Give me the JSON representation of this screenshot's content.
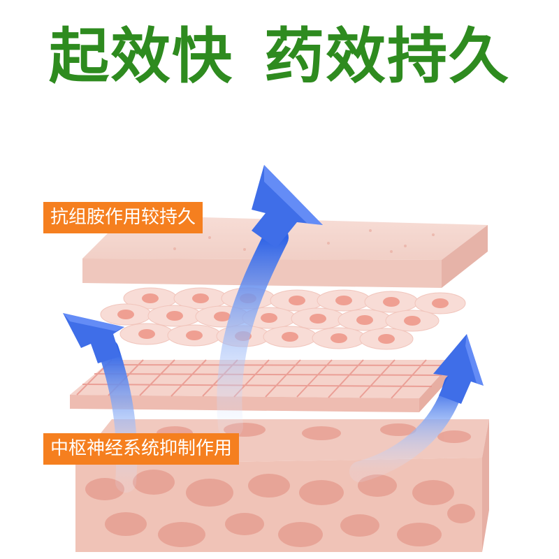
{
  "headline": {
    "part1": "起效快",
    "part2": "药效持久",
    "color": "#2e8b1f"
  },
  "labels": {
    "top": "抗组胺作用较持久",
    "bottom": "中枢神经系统抑制作用",
    "bg_color": "#f57f1f"
  },
  "illustration": {
    "layers": [
      "skin-surface",
      "cell-layer",
      "grid-layer",
      "tissue-block"
    ],
    "arrow_color": "#3f6ee8",
    "arrow_count": 3
  }
}
